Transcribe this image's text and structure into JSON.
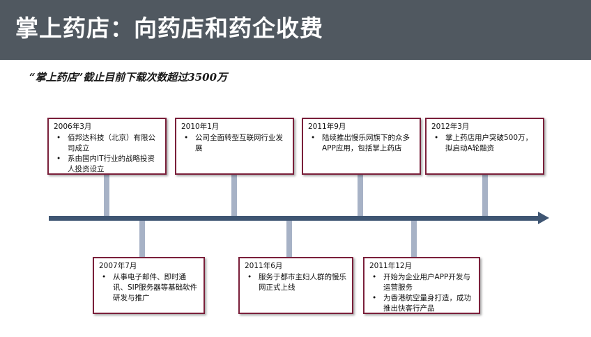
{
  "title": "掌上药店：向药店和药企收费",
  "subtitle": "“掌上药店”截止目前下载次数超过3500万",
  "events": [
    {
      "date": "2006年3月",
      "bullets": [
        "佰邦达科技（北京）有限公司成立",
        "系由国内IT行业的战略投资人投资设立"
      ]
    },
    {
      "date": "2007年7月",
      "bullets": [
        "从事电子邮件、即时通讯、SIP服务器等基础软件研发与推广"
      ]
    },
    {
      "date": "2010年1月",
      "bullets": [
        "公司全面转型互联网行业发展"
      ]
    },
    {
      "date": "2011年6月",
      "bullets": [
        "服务于都市主妇人群的慢乐网正式上线"
      ]
    },
    {
      "date": "2011年9月",
      "bullets": [
        "陆续推出慢乐网旗下的众多APP应用，包括掌上药店"
      ]
    },
    {
      "date": "2011年12月",
      "bullets": [
        "开始为企业用户APP开发与运营服务",
        "为香港航空量身打造，成功推出快客行产品"
      ]
    },
    {
      "date": "2012年3月",
      "bullets": [
        "掌上药店用户突破500万，拟启动A轮融资"
      ]
    }
  ],
  "colors": {
    "title_bar": "#505860",
    "box_border": "#7a1f3a",
    "axis": "#3f5673",
    "connector": "#a7b2c6"
  }
}
